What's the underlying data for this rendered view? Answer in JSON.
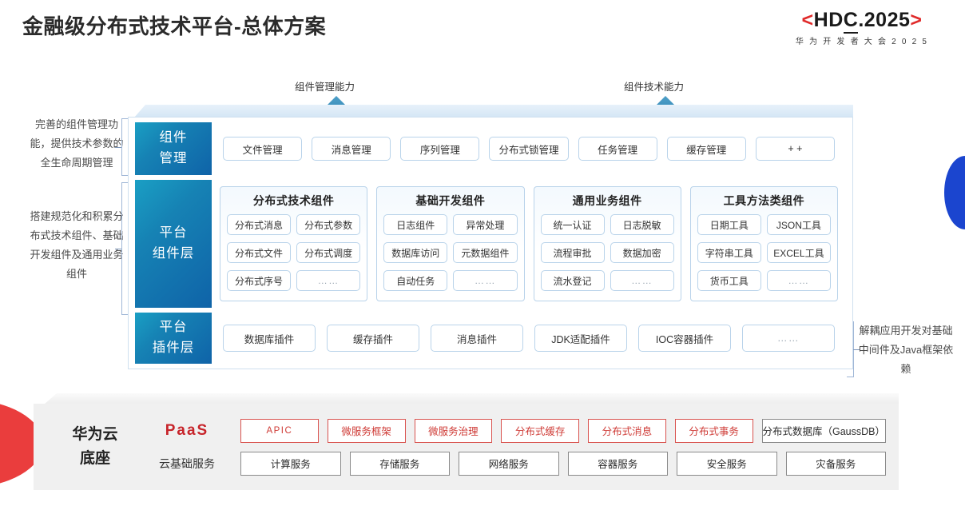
{
  "header": {
    "title": "金融级分布式技术平台-总体方案",
    "logo_main_prefix": "<",
    "logo_main_h": "H",
    "logo_main_d": "D",
    "logo_main_c": "C",
    "logo_main_rest": ".2025",
    "logo_main_suffix": ">",
    "logo_sub": "华 为 开 发 者 大 会 2 0 2 5",
    "accent_red": "#e02a2a"
  },
  "capabilities": [
    {
      "label": "组件管理能力"
    },
    {
      "label": "组件技术能力"
    }
  ],
  "annotations": {
    "left_top": "完善的组件管理功能，提供技术参数的全生命周期管理",
    "left_bottom": "搭建规范化和积累分布式技术组件、基础开发组件及通用业务组件",
    "right": "解耦应用开发对基础中间件及Java框架依赖"
  },
  "layers": {
    "component_management": {
      "tab_line1": "组件",
      "tab_line2": "管理",
      "items": [
        "文件管理",
        "消息管理",
        "序列管理",
        "分布式锁管理",
        "任务管理",
        "缓存管理",
        "+ +"
      ]
    },
    "platform_component": {
      "tab_line1": "平台",
      "tab_line2": "组件层",
      "groups": [
        {
          "title": "分布式技术组件",
          "items": [
            "分布式消息",
            "分布式参数",
            "分布式文件",
            "分布式调度",
            "分布式序号",
            "……"
          ]
        },
        {
          "title": "基础开发组件",
          "items": [
            "日志组件",
            "异常处理",
            "数据库访问",
            "元数据组件",
            "自动任务",
            "……"
          ]
        },
        {
          "title": "通用业务组件",
          "items": [
            "统一认证",
            "日志脱敏",
            "流程审批",
            "数据加密",
            "流水登记",
            "……"
          ]
        },
        {
          "title": "工具方法类组件",
          "items": [
            "日期工具",
            "JSON工具",
            "字符串工具",
            "EXCEL工具",
            "货币工具",
            "……"
          ]
        }
      ]
    },
    "platform_plugin": {
      "tab_line1": "平台",
      "tab_line2": "插件层",
      "items": [
        "数据库插件",
        "缓存插件",
        "消息插件",
        "JDK适配插件",
        "IOC容器插件",
        "……"
      ]
    }
  },
  "base": {
    "title_line1": "华为云",
    "title_line2": "底座",
    "paas_label": "PaaS",
    "cloud_label": "云基础服务",
    "paas_items": [
      {
        "text": "APIC",
        "style": "red"
      },
      {
        "text": "微服务框架",
        "style": "red"
      },
      {
        "text": "微服务治理",
        "style": "red"
      },
      {
        "text": "分布式缓存",
        "style": "red"
      },
      {
        "text": "分布式消息",
        "style": "red"
      },
      {
        "text": "分布式事务",
        "style": "red"
      },
      {
        "text": "分布式数据库（GaussDB）",
        "style": "gray"
      }
    ],
    "cloud_items": [
      "计算服务",
      "存储服务",
      "网络服务",
      "容器服务",
      "安全服务",
      "灾备服务"
    ]
  },
  "colors": {
    "tab_gradient_start": "#1a9fc4",
    "tab_gradient_end": "#0f63a8",
    "pill_border": "#b9d3ea",
    "paas_red": "#c7242a",
    "decor_red": "#ea3d3d",
    "decor_blue": "#1b45cf"
  }
}
